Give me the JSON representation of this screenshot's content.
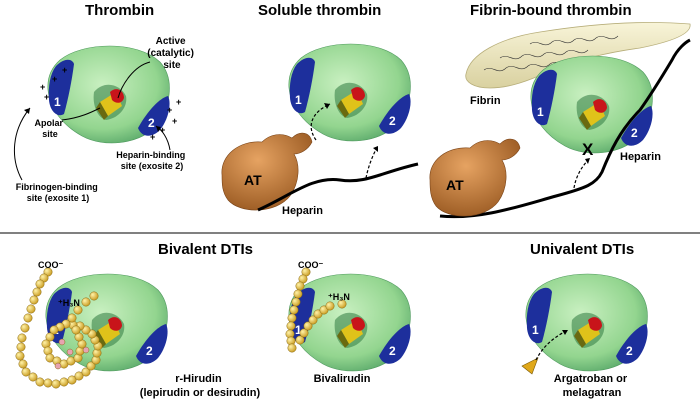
{
  "panels": {
    "thrombin": {
      "title": "Thrombin",
      "active_site_label": [
        "Active",
        "(catalytic)",
        "site"
      ],
      "apolar_site_label": [
        "Apolar",
        "site"
      ],
      "heparin_site_label": [
        "Heparin-binding",
        "site (exosite 2)"
      ],
      "fibrinogen_site_label": [
        "Fibrinogen-binding",
        "site (exosite 1)"
      ],
      "exosite1_number": "1",
      "exosite2_number": "2",
      "charge_symbol": "+"
    },
    "soluble": {
      "title": "Soluble thrombin",
      "at_label": "AT",
      "heparin_label": "Heparin",
      "exosite1_number": "1",
      "exosite2_number": "2"
    },
    "fibrin_bound": {
      "title": "Fibrin-bound thrombin",
      "fibrin_label": "Fibrin",
      "at_label": "AT",
      "heparin_label": "Heparin",
      "block_symbol": "X",
      "exosite1_number": "1",
      "exosite2_number": "2"
    },
    "bivalent": {
      "title": "Bivalent DTIs",
      "hirudin_label": [
        "r-Hirudin",
        "(lepirudin or desirudin)"
      ],
      "bivalirudin_label": "Bivalirudin",
      "coo_label": "COO⁻",
      "nh_label": "⁺H₃N",
      "exosite1_number": "1",
      "exosite2_number": "2"
    },
    "univalent": {
      "title": "Univalent DTIs",
      "drug_label": [
        "Argatroban or",
        "melagatran"
      ],
      "exosite1_number": "1",
      "exosite2_number": "2"
    }
  },
  "colors": {
    "thrombin_body": "#a7e1a1",
    "thrombin_body_dark": "#6fbf7a",
    "exosite": "#1d2f9c",
    "active_site": "#c8141a",
    "apolar_site": "#e0c21a",
    "antithrombin": "#c07a36",
    "fibrin": "#f3eec7",
    "bead": "#e8c84a"
  }
}
